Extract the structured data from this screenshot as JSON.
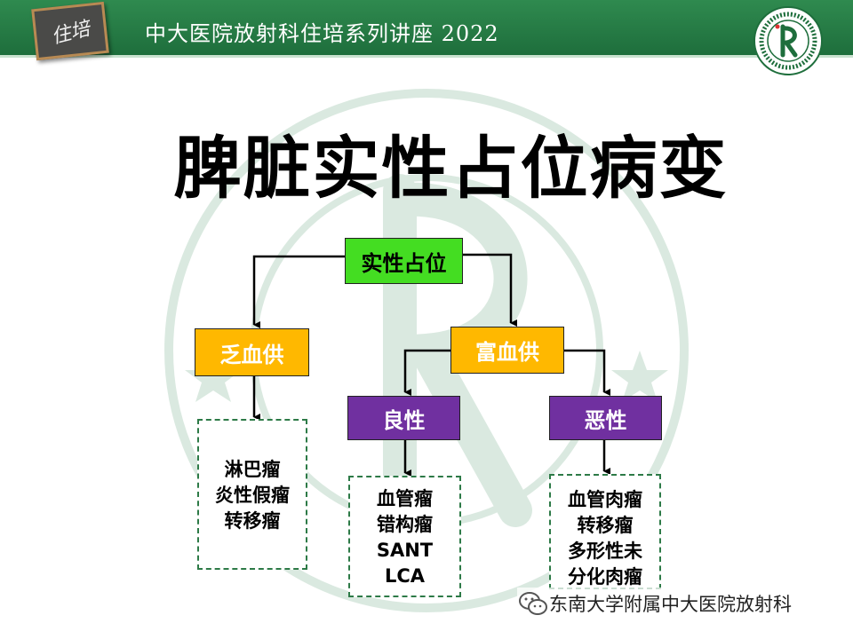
{
  "header": {
    "badge_text": "住培",
    "title": "中大医院放射科住培系列讲座 2022",
    "colors": {
      "band": "#1e6e3c",
      "badge": "#4a4a48",
      "badge_border": "#b88a53"
    },
    "logo_icon": "hospital-logo-icon"
  },
  "title": "脾脏实性占位病变",
  "tree": {
    "root": {
      "label": "实性占位",
      "color": "#44dd22"
    },
    "hypovascular": {
      "label": "乏血供",
      "color": "#ffb800",
      "items": [
        "淋巴瘤",
        "炎性假瘤",
        "转移瘤"
      ]
    },
    "hypervascular": {
      "label": "富血供",
      "color": "#ffb800"
    },
    "benign": {
      "label": "良性",
      "color": "#7030a0",
      "items": [
        "血管瘤",
        "错构瘤",
        "SANT",
        "LCA"
      ]
    },
    "malignant": {
      "label": "恶性",
      "color": "#7030a0",
      "items": [
        "血管肉瘤",
        "转移瘤",
        "多形性未",
        "分化肉瘤"
      ]
    }
  },
  "footer": {
    "text": "东南大学附属中大医院放射科",
    "icon": "wechat-icon"
  }
}
